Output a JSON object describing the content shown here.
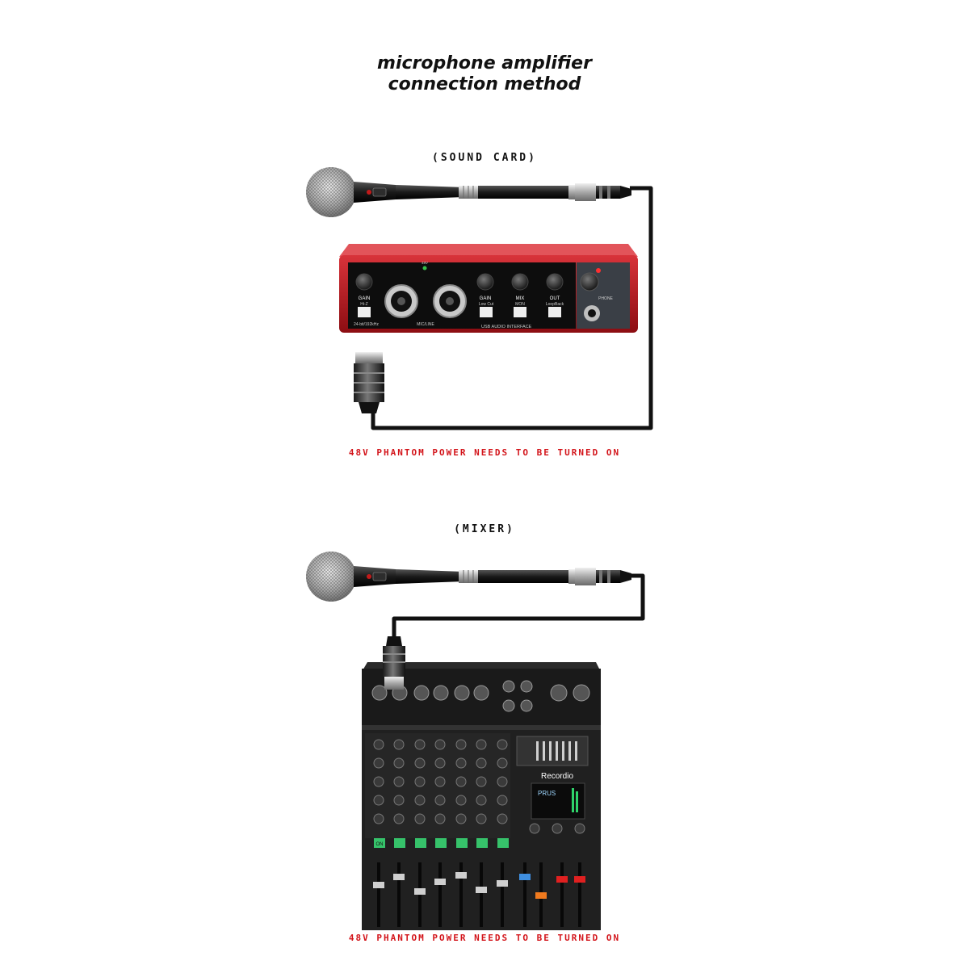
{
  "title": {
    "line1": "microphone amplifier",
    "line2": "connection method"
  },
  "sound_card_section": {
    "label": "(SOUND CARD)",
    "warning": "48V PHANTOM POWER NEEDS TO BE TURNED ON",
    "device": {
      "knob_labels": [
        "GAIN",
        "GAIN",
        "MIX",
        "OUT"
      ],
      "button_labels": [
        "Hi-Z",
        "Low Cut",
        "MON",
        "LoopBack"
      ],
      "input_label": "MIC/LINE",
      "spec_label": "24-bit/192kHz",
      "interface_label": "USB AUDIO INTERFACE",
      "phone_label": "PHONE",
      "phantom_label": "48V"
    }
  },
  "mixer_section": {
    "label": "(MIXER)",
    "warning": "48V PHANTOM POWER NEEDS TO BE TURNED ON",
    "device": {
      "brand": "Recordio",
      "display_text": "PRUS",
      "channel_button_label": "ON"
    }
  }
}
